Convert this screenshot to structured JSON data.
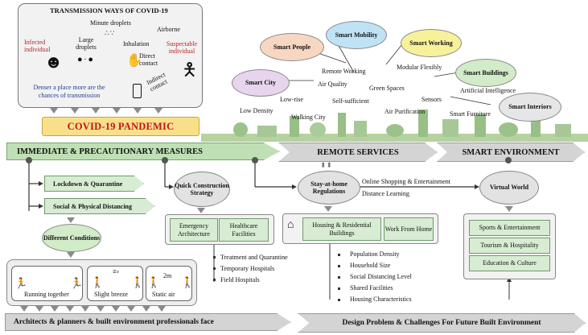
{
  "transmission": {
    "title": "TRANSMISSION WAYS OF COVID-19",
    "minute_droplets": "Minute droplets",
    "airborne": "Airborne",
    "infected": "Infected individual",
    "large_droplets": "Large droplets",
    "inhalation": "Inhalation",
    "direct_contact": "Direct contact",
    "suspectable": "Suspectable individual",
    "indirect_contact": "Indirect contact",
    "denser_note": "Denser a place more are the chances of transmission"
  },
  "pandemic_label": "COVID-19 PANDEMIC",
  "smart_city": {
    "nodes": [
      "Smart People",
      "Smart Mobility",
      "Smart Working",
      "Smart City",
      "Smart Buildings",
      "Smart Interiors"
    ],
    "terms": [
      "Remote Working",
      "Modular Flexibly",
      "Air Quality",
      "Green Spaces",
      "Low-rise",
      "Self-sufficient",
      "Sensors",
      "Artificial Intelligence",
      "Low Density",
      "Air Purification",
      "Walking City",
      "Smart Furniture"
    ]
  },
  "banners": {
    "immediate": "IMMEDIATE & PRECAUTIONARY MEASURES",
    "remote": "REMOTE  SERVICES",
    "smart_env": "SMART ENVIRONMENT",
    "architects": "Architects & planners & built environment professionals face",
    "design_problem": "Design Problem & Challenges For Future Built Environment"
  },
  "measures": {
    "lockdown": "Lockdown & Quarantine",
    "distancing": "Social &  Physical Distancing",
    "different_conditions": "Different Conditions",
    "running": "Running together",
    "breeze": "Slight breeze",
    "static_air": "Static air",
    "two_m": "2m"
  },
  "quick": {
    "title": "Quick Construction Strategy",
    "emergency": "Emergency Architecture",
    "healthcare": "Healthcare Facilities",
    "items": [
      "Treatment and Quarantine",
      "Temporary Hospitals",
      "Field Hospitals"
    ]
  },
  "remote": {
    "stay_home": "Stay-at-home Regulations",
    "online": "Online Shopping & Entertainment",
    "distance": "Distance Learning",
    "housing": "Housing & Residential Buildings",
    "wfh": "Work From Home",
    "items": [
      "Population Density",
      "Household Size",
      "Social Distancing Level",
      "Shared Facilities",
      "Housing Characteristics"
    ]
  },
  "virtual": {
    "title": "Virtual World",
    "items": [
      "Sports & Entertainment",
      "Tourism & Hospitality",
      "Education & Culture"
    ]
  },
  "colors": {
    "green_banner": "#bfe0b5",
    "gray_banner": "#d4d4d4",
    "pandemic_fill": "#f8e08a",
    "pandemic_text": "#c0141b",
    "red_text": "#b3262b",
    "people": "#f7d7c2",
    "mobility": "#bfe3f4",
    "working": "#f7f29a",
    "city": "#e7d5ee",
    "buildings": "#d2ebc8",
    "interiors": "#e6e6e6"
  }
}
